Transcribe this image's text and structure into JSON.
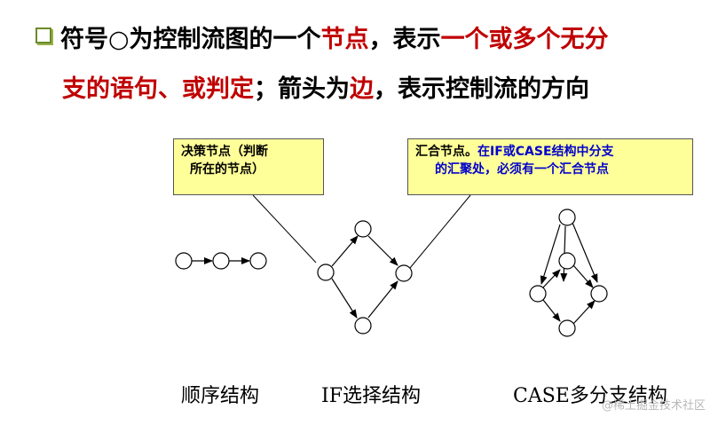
{
  "heading": {
    "line1_a": "符号○为控制流图的一个",
    "line1_b": "节点",
    "line1_c": "，表示",
    "line1_d": "一个或多个无分",
    "line2_a": "支的语句、或判定",
    "line2_b": "；箭头为",
    "line2_c": "边",
    "line2_d": "，表示控制流的方向"
  },
  "callouts": {
    "decision": {
      "line1": "决策节点（判断",
      "line2": "所在的节点）"
    },
    "merge": {
      "prefix": "汇合节点。",
      "blue1": "在IF或CASE结构中分支",
      "blue2": "的汇聚处，必须有一个汇合节点"
    }
  },
  "captions": {
    "sequence": "顺序结构",
    "if": "IF选择结构",
    "case": "CASE多分支结构"
  },
  "watermark": "@稀土掘金技术社区",
  "colors": {
    "emphasis": "#c00000",
    "callout_bg": "#ffff99",
    "callout_blue": "#0000cc"
  }
}
